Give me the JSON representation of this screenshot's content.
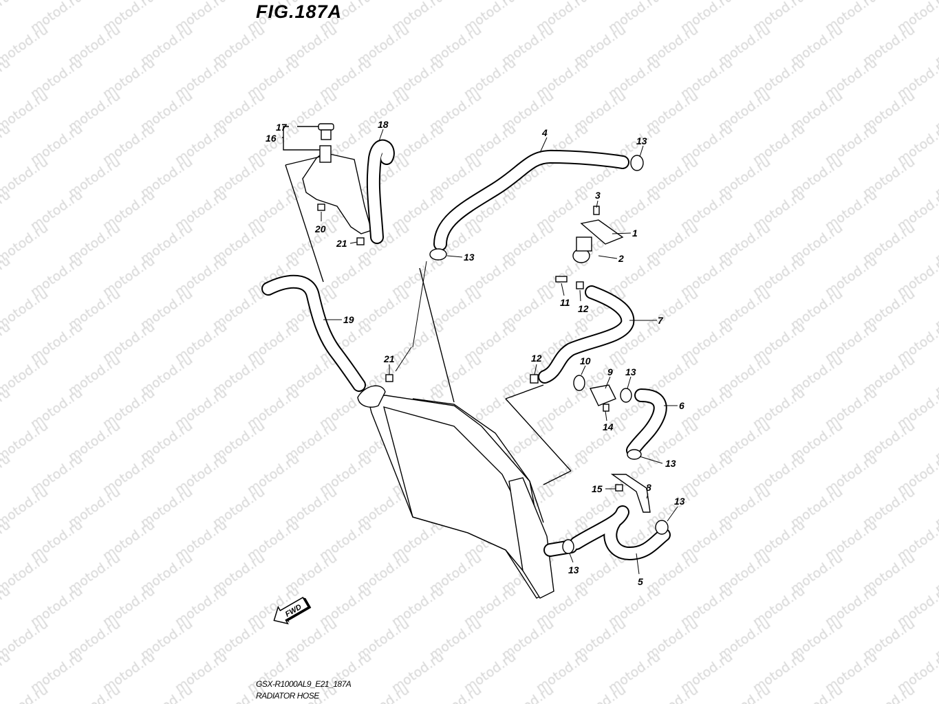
{
  "figure_title": "FIG.187A",
  "footer": {
    "code": "GSX-R1000AL9_E21_187A",
    "caption": "RADIATOR HOSE"
  },
  "watermark": "motod.ru",
  "fwd_label": "FWD",
  "callouts": [
    "17",
    "16",
    "18",
    "4",
    "13",
    "20",
    "21",
    "13",
    "3",
    "1",
    "2",
    "11",
    "12",
    "7",
    "19",
    "21",
    "12",
    "10",
    "9",
    "13",
    "6",
    "14",
    "13",
    "15",
    "8",
    "13",
    "13",
    "5"
  ]
}
